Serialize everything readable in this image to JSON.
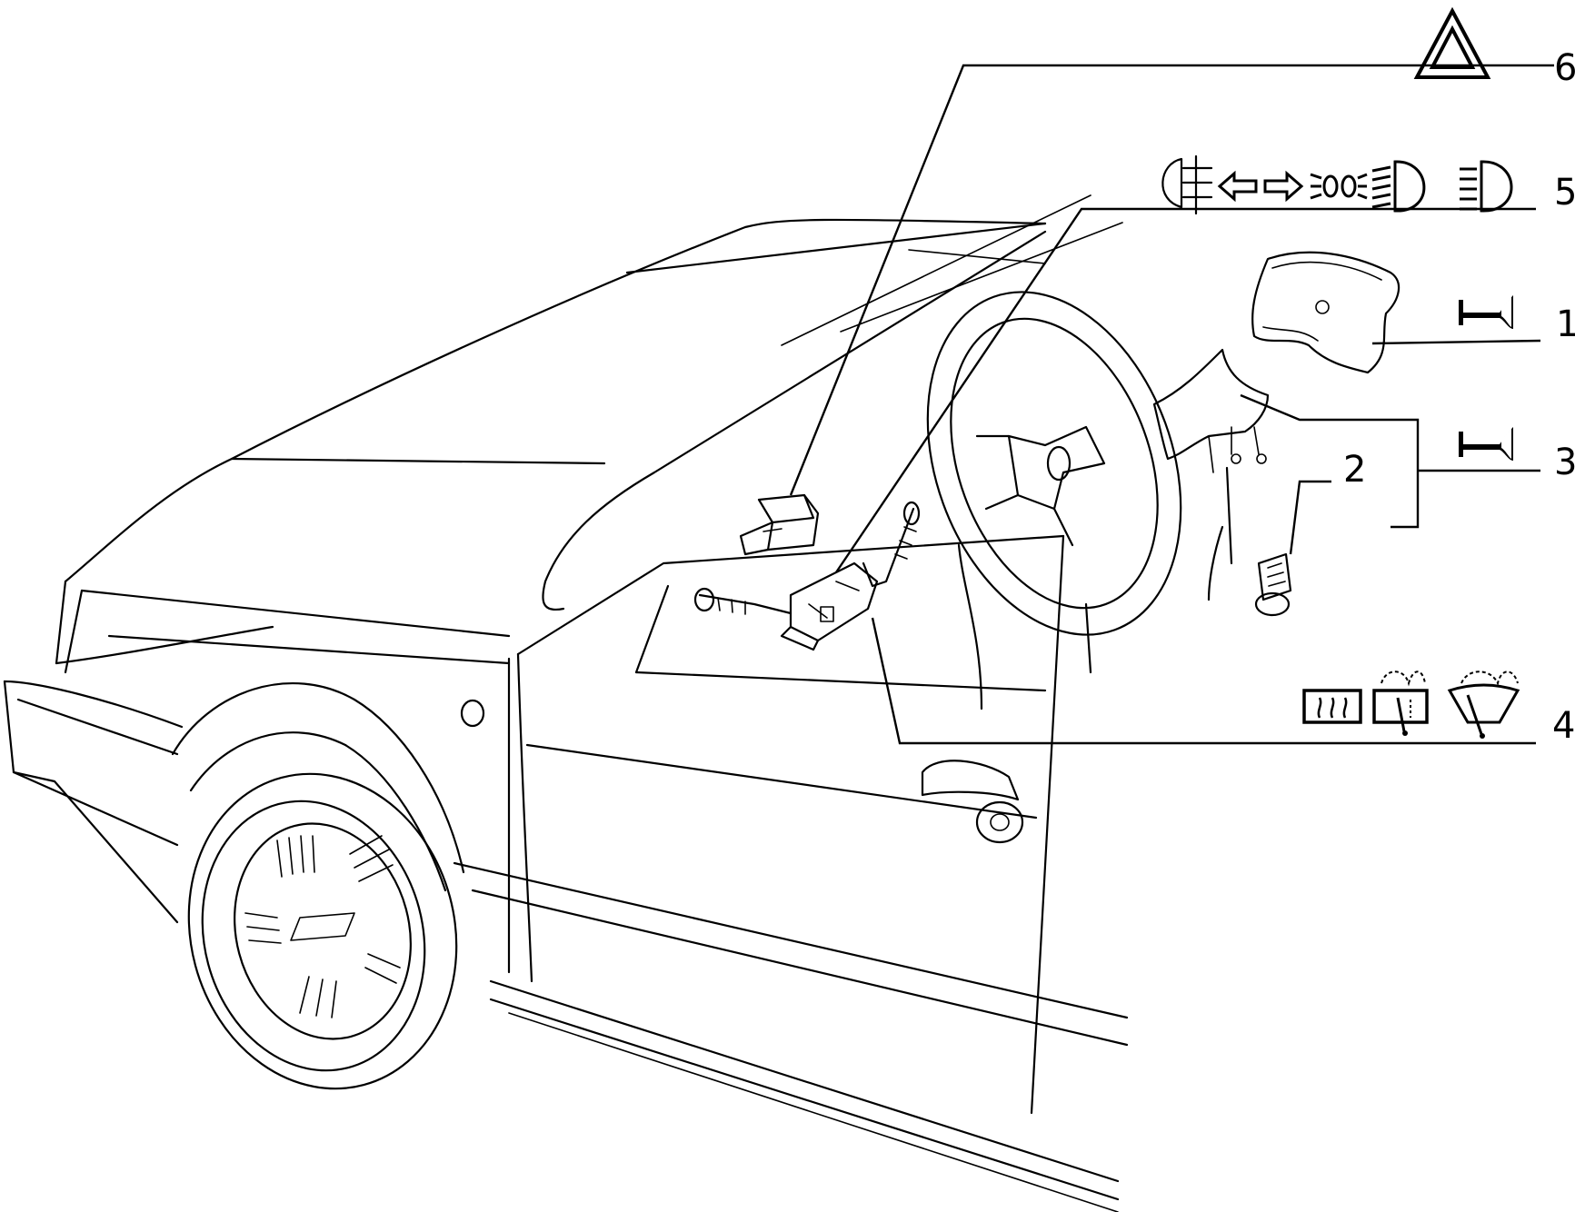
{
  "callouts": [
    {
      "number": "1",
      "part": "airbag-cover",
      "symbol": "horn-icon"
    },
    {
      "number": "2",
      "part": "ignition-barrel"
    },
    {
      "number": "3",
      "part": "horn-pad",
      "symbol": "horn-icon"
    },
    {
      "number": "4",
      "part": "right-stalk-switch",
      "symbols": [
        "rear-defrost-icon",
        "windscreen-washer-icon",
        "windscreen-wiper-icon"
      ]
    },
    {
      "number": "5",
      "part": "left-stalk-switch",
      "symbols": [
        "fog-light-icon",
        "turn-left-icon",
        "turn-right-icon",
        "parking-light-icon",
        "low-beam-icon",
        "high-beam-icon"
      ]
    },
    {
      "number": "6",
      "part": "hazard-switch",
      "symbol": "hazard-triangle-icon"
    }
  ]
}
